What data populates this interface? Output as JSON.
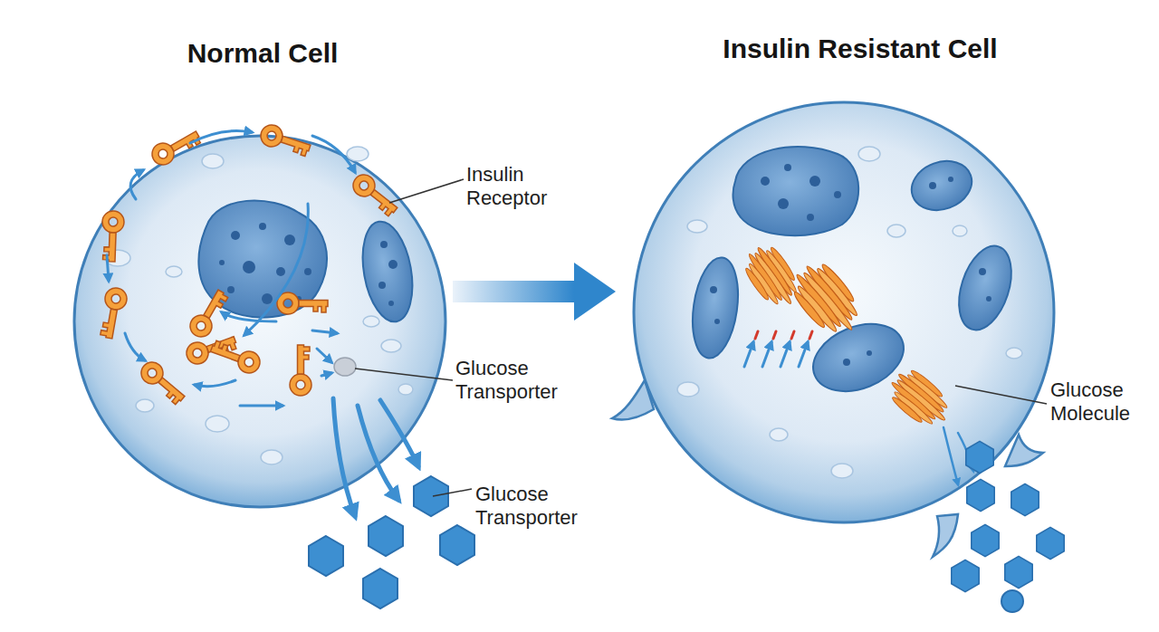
{
  "diagram": {
    "nodes": [
      {
        "text": [
          "Normal Cell"
        ]
      },
      {
        "text": [
          "Insulin Resistant Cell"
        ]
      }
    ],
    "edges": [
      {
        "from": 0,
        "to": 1,
        "arrow": "to"
      }
    ],
    "labels": [
      "Insulin Receptor",
      "Glucose Transporter",
      "Glucose Transporter",
      "Glucose Molecule"
    ]
  }
}
